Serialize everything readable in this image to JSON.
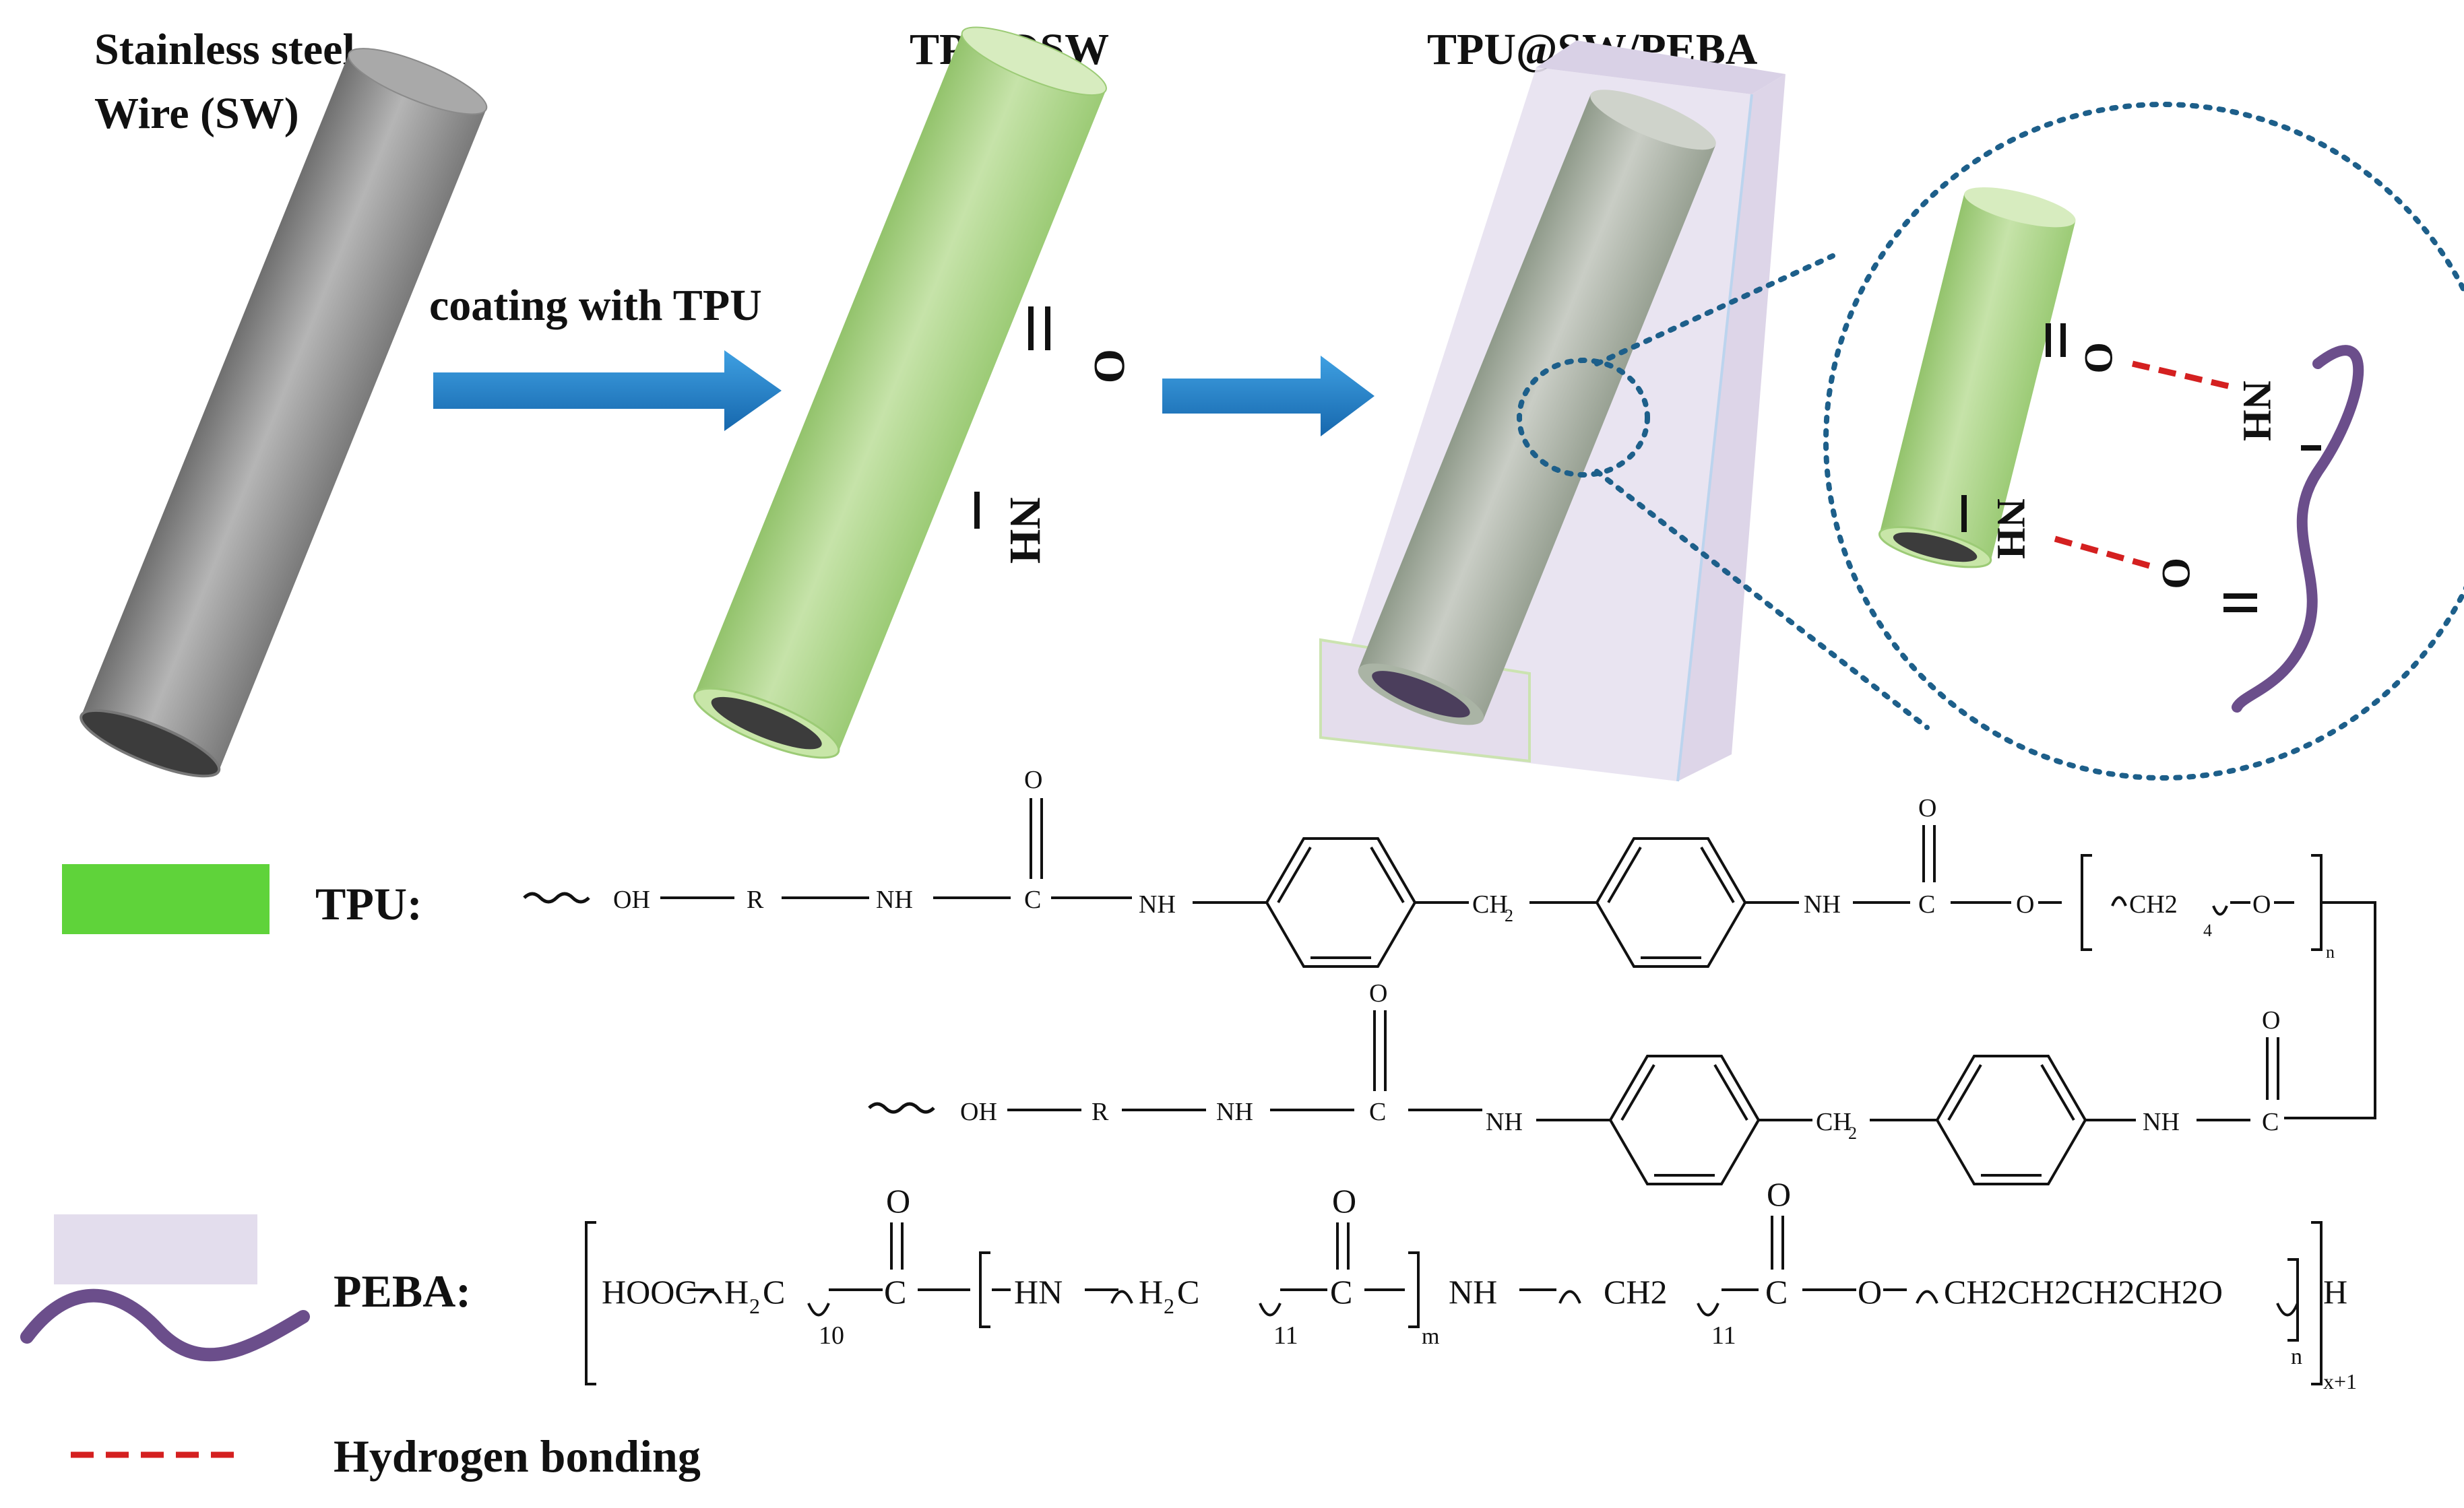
{
  "colors": {
    "steel": "#8c8c8c",
    "tpu_green": "#5fd33a",
    "tube_green": "#b9dc9a",
    "peba_lilac": "#e6e0ee",
    "peba_purple": "#6b4e8b",
    "arrow_blue": "#1f82c9",
    "hbond_red": "#d42020",
    "zoom_dots": "#1d5f8a"
  },
  "stages": {
    "sw_title_line1": "Stainless steel",
    "sw_title_line2": "Wire (SW)",
    "tpu_sw_title": "TPU@SW",
    "tpu_sw_peba_title": "TPU@SW/PEBA",
    "coating_label": "coating with TPU"
  },
  "groups": {
    "carbonyl": "O",
    "amine": "NH"
  },
  "legend": {
    "tpu_label": "TPU:",
    "peba_label": "PEBA:",
    "hbond_label": "Hydrogen bonding"
  },
  "tpu_chain": {
    "oh": "OH",
    "r": "R",
    "nh": "NH",
    "c": "C",
    "o": "O",
    "ch2": "CH",
    "ch2_sub": "2",
    "bracket_unit": "CH2",
    "sub_4": "4",
    "sub_n": "n"
  },
  "peba_chain": {
    "hooc": "HOOC",
    "h2c": "H",
    "h2c_sub": "2",
    "c_letter": "C",
    "sub_10": "10",
    "sub_11": "11",
    "hn": "HN",
    "sub_m": "m",
    "nh": "NH",
    "ch2": "CH2",
    "carbonyl_c": "C",
    "o": "O",
    "ether": "CH2CH2CH2CH2O",
    "sub_n": "n",
    "h_end": "H",
    "sub_x1": "x+1"
  }
}
